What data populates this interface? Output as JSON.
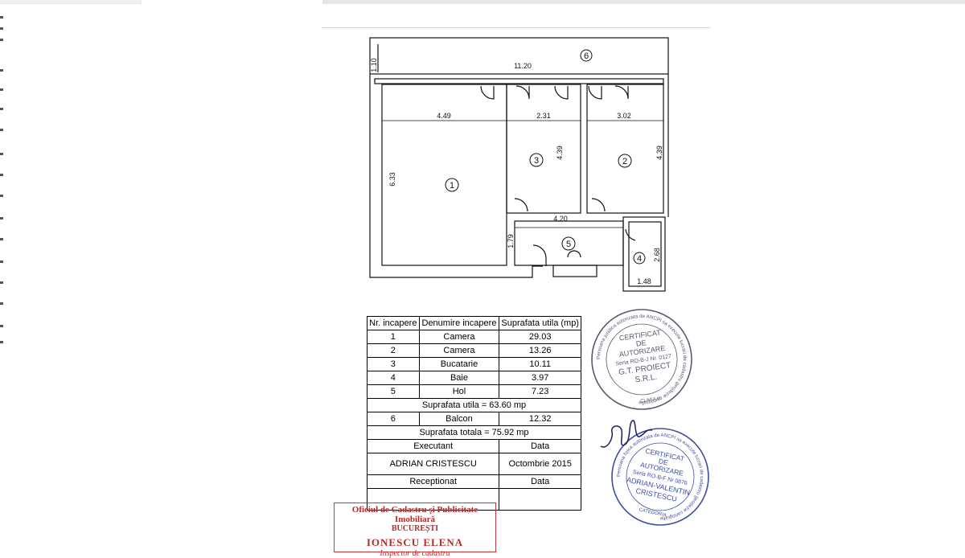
{
  "plan": {
    "dimensions": {
      "balcony_depth": "1.10",
      "balcony_width": "11.20",
      "room1_width": "4.49",
      "room1_depth": "6.33",
      "room3_width": "2.31",
      "room3_depth": "4.39",
      "room2_width": "3.02",
      "room2_depth": "4.39",
      "hall_width": "4.20",
      "hall_depth": "1.79",
      "bath_depth": "2.68",
      "bath_width": "1.48"
    },
    "room_numbers": [
      "1",
      "2",
      "3",
      "4",
      "5",
      "6"
    ]
  },
  "table": {
    "headers": [
      "Nr. incapere",
      "Denumire incapere",
      "Suprafata utila (mp)"
    ],
    "rows": [
      [
        "1",
        "Camera",
        "29.03"
      ],
      [
        "2",
        "Camera",
        "13.26"
      ],
      [
        "3",
        "Bucatarie",
        "10.11"
      ],
      [
        "4",
        "Baie",
        "3.97"
      ],
      [
        "5",
        "Hol",
        "7.23"
      ]
    ],
    "useful_total": "Suprafata utila = 63.60 mp",
    "balcony_row": [
      "6",
      "Balcon",
      "12.32"
    ],
    "grand_total": "Suprafata totala = 75.92 mp",
    "executant_label": "Executant",
    "date_label": "Data",
    "executant_name": "ADRIAN CRISTESCU",
    "executant_date": "Octombrie 2015",
    "receptionat_label": "Receptionat",
    "receptionat_date_label": "Data"
  },
  "stamp_company": {
    "ring_text": "Persoana juridica autorizata de ANCPI sa execute lucrari de cadastru geodezie cartografie",
    "line1": "CERTIFICAT",
    "line2": "DE",
    "line3": "AUTORIZARE",
    "line4": "Seria RO-B-J Nr. 0127",
    "line5": "G.T. PROIECT",
    "line6": "S.R.L.",
    "line7": "CLASA III"
  },
  "stamp_person": {
    "ring_text": "Persoana fizica autorizata de ANCPI sa execute lucrari de cadastru geodezie cartografie",
    "line1": "CERTIFICAT",
    "line2": "DE",
    "line3": "AUTORIZARE",
    "line4": "Seria RO-B-F Nr 0876",
    "line5": "ADRIAN-VALENTIN",
    "line6": "CRISTESCU",
    "line7": "CATEGORIA"
  },
  "ocpi_stamp": {
    "line1": "Oficiul de Cadastru și Publicitate Imobiliară",
    "line2": "BUCUREȘTI",
    "line3": "IONESCU ELENA",
    "line4": "Inspector de cadastru"
  },
  "colors": {
    "stamp_blue": "#3a4fa0",
    "stamp_gray": "#555a6e",
    "ocpi_red": "#c23a3a"
  }
}
